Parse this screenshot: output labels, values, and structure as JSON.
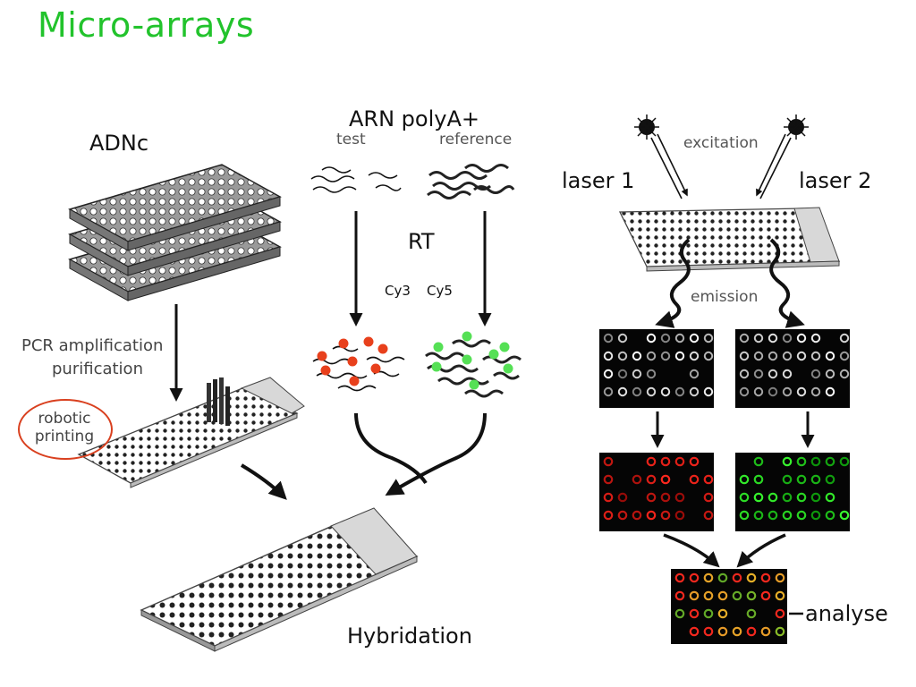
{
  "title": "Micro-arrays",
  "labels": {
    "adnc": "ADNc",
    "arn": "ARN polyA+",
    "test": "test",
    "reference": "reference",
    "rt": "RT",
    "cy3": "Cy3",
    "cy5": "Cy5",
    "pcr_line1": "PCR amplification",
    "pcr_line2": "purification",
    "robotic_line1": "robotic",
    "robotic_line2": "printing",
    "hybridation": "Hybridation",
    "excitation": "excitation",
    "laser1": "laser 1",
    "laser2": "laser 2",
    "emission": "emission",
    "analyse": "analyse"
  },
  "colors": {
    "title": "#22c32c",
    "robotic_oval": "#d9401f",
    "cy3_dot": "#e8401c",
    "cy5_dot": "#55e055"
  }
}
